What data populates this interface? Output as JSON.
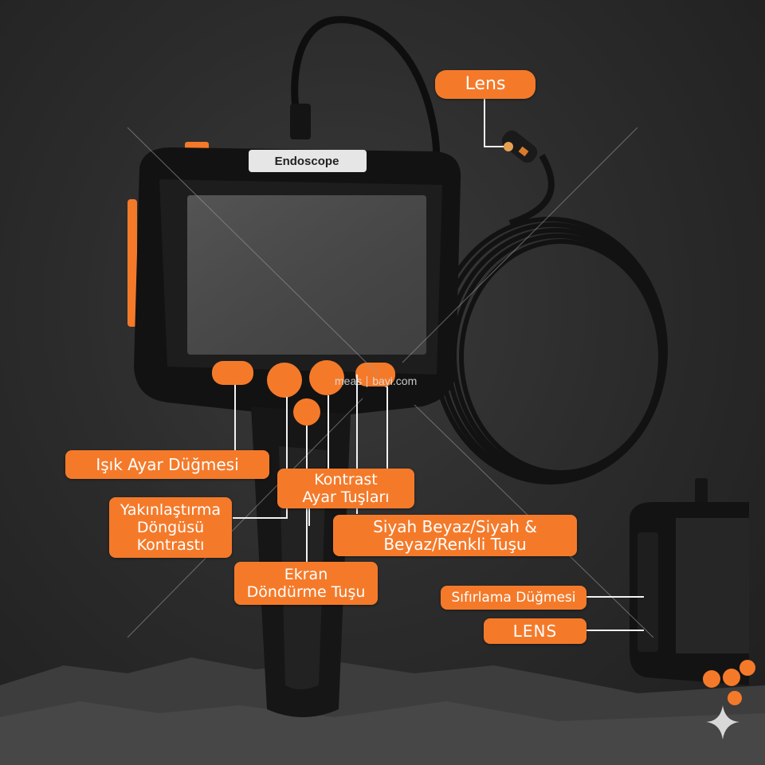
{
  "device": {
    "brand_label": "Endoscope"
  },
  "watermark": {
    "left": "meas",
    "right": "bayi.com"
  },
  "callouts": {
    "lens_top": "Lens",
    "light": "Işık Ayar Düğmesi",
    "contrast": [
      "Kontrast",
      "Ayar Tuşları"
    ],
    "zoom": [
      "Yakınlaştırma",
      "Döngüsü",
      "Kontrastı"
    ],
    "bw": [
      "Siyah Beyaz/Siyah &",
      "Beyaz/Renkli Tuşu"
    ],
    "rotate": [
      "Ekran",
      "Döndürme Tuşu"
    ],
    "reset": "Sıfırlama Düğmesi",
    "lens_bottom": "LENS"
  },
  "colors": {
    "accent": "#f47a2a",
    "device_body": "#111111",
    "screen": "#4a4a4a"
  }
}
